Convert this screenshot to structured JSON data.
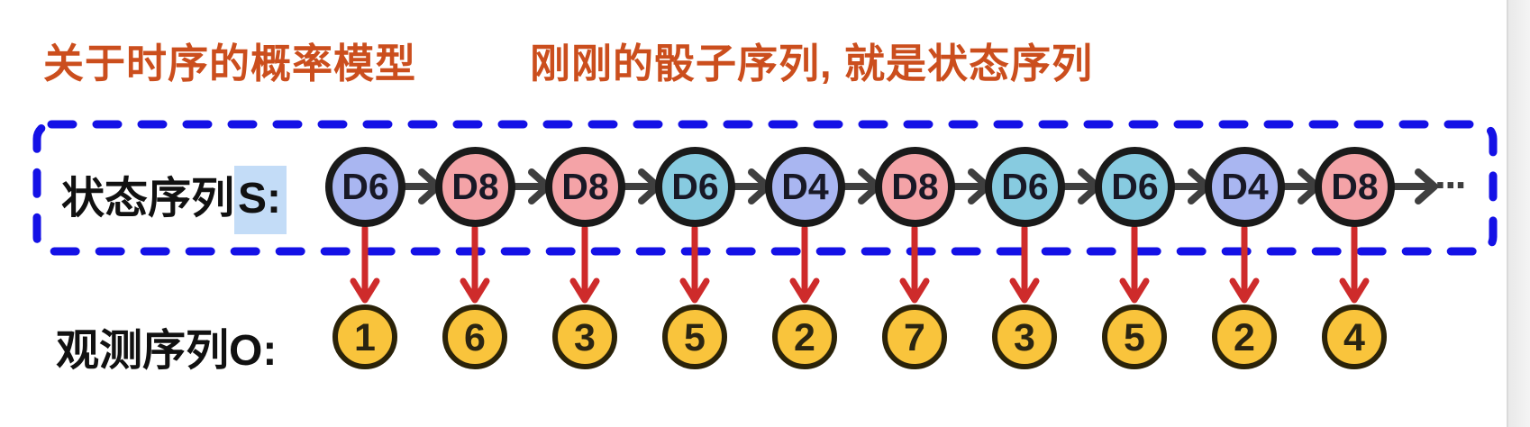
{
  "titles": {
    "left": "关于时序的概率模型",
    "right": "刚刚的骰子序列, 就是状态序列",
    "color": "#cb4e1d"
  },
  "state_sequence": {
    "label_prefix": "状态序列",
    "label_var": "S:",
    "highlight_color": "#c3dcf7",
    "ellipsis": "···",
    "nodes": [
      {
        "label": "D6",
        "color_key": "periwinkle"
      },
      {
        "label": "D8",
        "color_key": "pink"
      },
      {
        "label": "D8",
        "color_key": "pink"
      },
      {
        "label": "D6",
        "color_key": "cyan"
      },
      {
        "label": "D4",
        "color_key": "periwinkle"
      },
      {
        "label": "D8",
        "color_key": "pink"
      },
      {
        "label": "D6",
        "color_key": "cyan"
      },
      {
        "label": "D6",
        "color_key": "cyan"
      },
      {
        "label": "D4",
        "color_key": "periwinkle"
      },
      {
        "label": "D8",
        "color_key": "pink"
      }
    ]
  },
  "observation_sequence": {
    "label_prefix": "观测序列",
    "label_var": "O:",
    "values": [
      "1",
      "6",
      "3",
      "5",
      "2",
      "7",
      "3",
      "5",
      "2",
      "4"
    ]
  },
  "colors": {
    "periwinkle": "#a9b6f1",
    "pink": "#f4a3a7",
    "cyan": "#87cbe0",
    "state_border": "#1a1a1a",
    "obs_fill": "#f9c43c",
    "obs_border": "#2b2309",
    "box_dash": "#1411e6",
    "connector_arrow": "#3f3f3f",
    "down_arrow": "#ce2b2b"
  }
}
